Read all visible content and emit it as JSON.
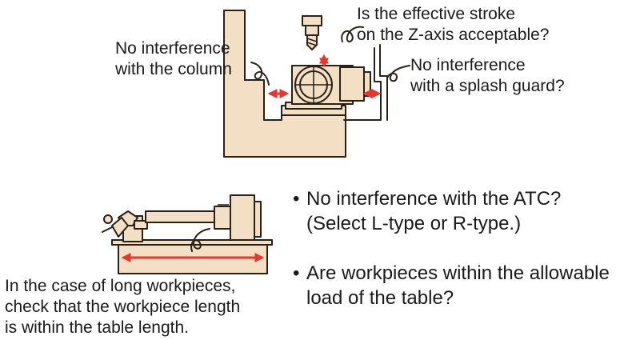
{
  "callouts": {
    "z_stroke": [
      "Is the effective stroke",
      "on the Z-axis acceptable?"
    ],
    "column": [
      "No interference",
      "with the column"
    ],
    "splash_guard": [
      "No interference",
      "with a splash guard?"
    ],
    "long_workpiece": [
      "In the case of long workpieces,",
      "check that the workpiece length",
      "is within the table length."
    ]
  },
  "bullets": [
    {
      "mark": "•",
      "lines": [
        "No interference with the ATC?",
        "(Select L-type or R-type.)"
      ]
    },
    {
      "mark": "•",
      "lines": [
        "Are workpieces within the allowable",
        "load of the table?"
      ]
    }
  ],
  "colors": {
    "machine_fill": "#f2dfc4",
    "outline": "#2a2118",
    "arrow": "#e8352e",
    "text": "#1a1a1a"
  }
}
